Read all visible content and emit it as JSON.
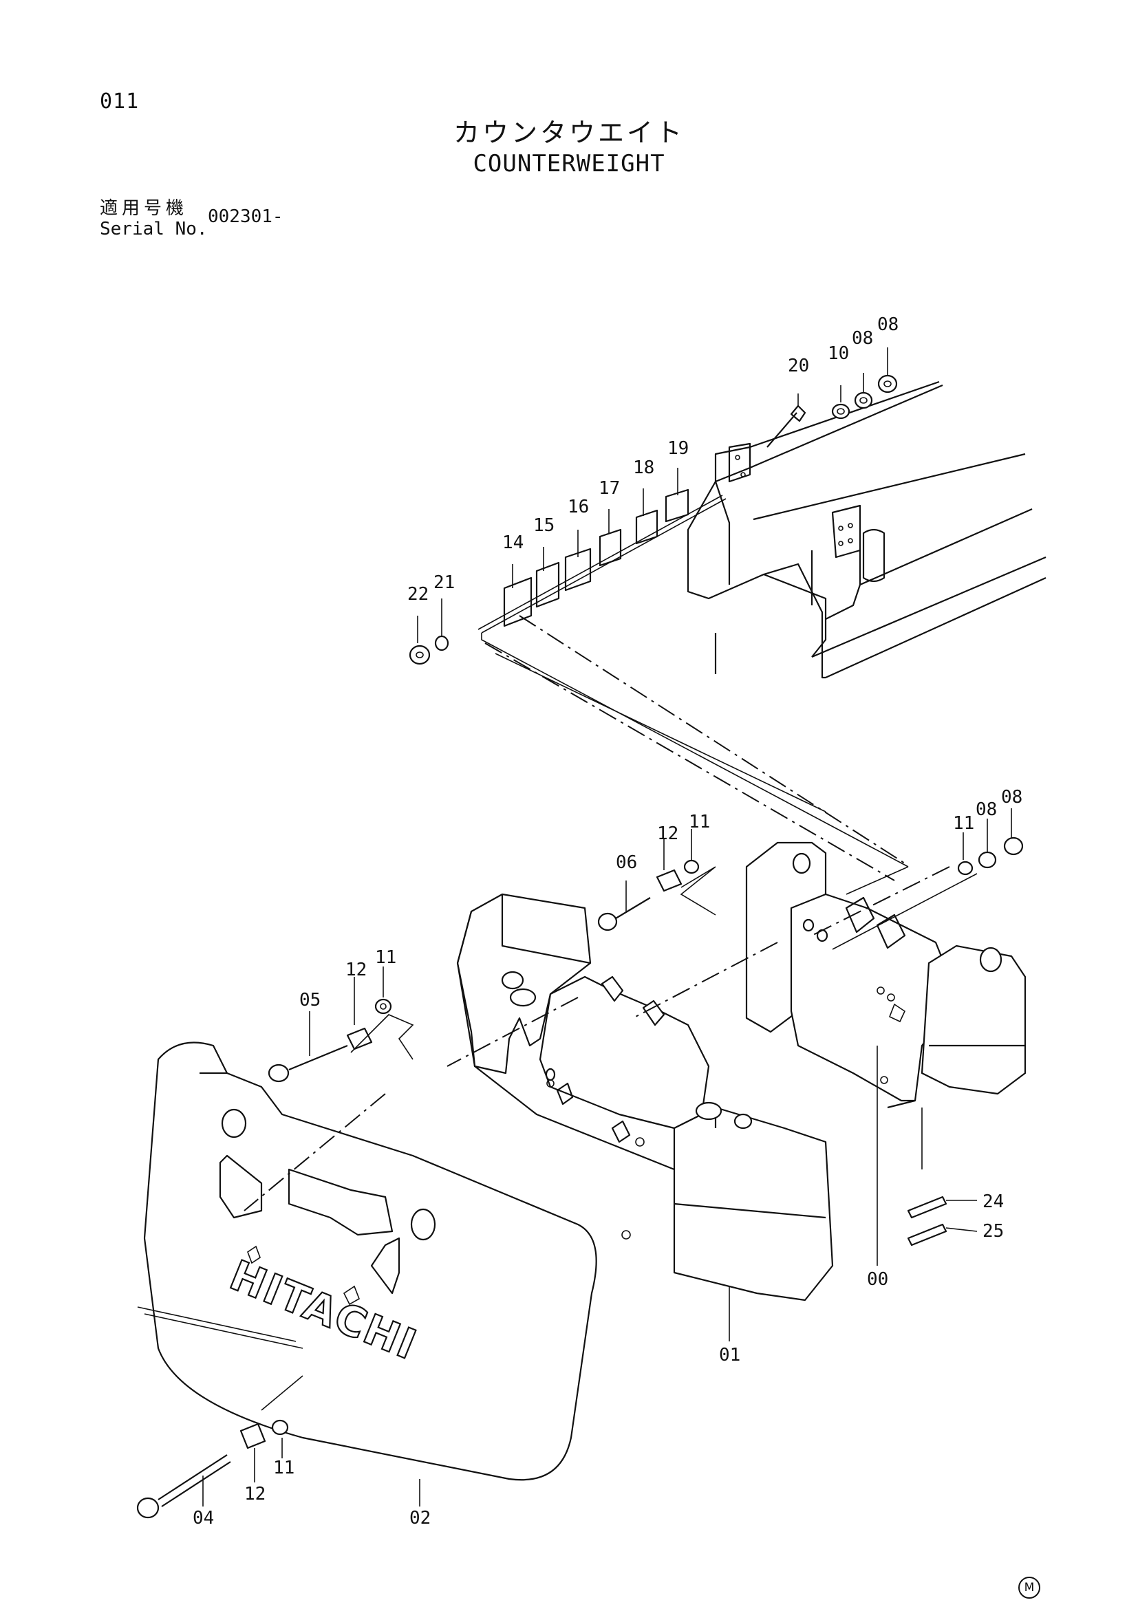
{
  "page": {
    "number": "011",
    "title_jp": "カウンタウエイト",
    "title_en": "COUNTERWEIGHT",
    "serial_label_jp": "適用号機",
    "serial_label_en": "Serial No.",
    "serial_value": "002301-"
  },
  "logo_text": "HITACHI",
  "footer_mark": "M",
  "callouts": {
    "c00": "00",
    "c01": "01",
    "c02": "02",
    "c04": "04",
    "c05": "05",
    "c06": "06",
    "c08a": "08",
    "c08b": "08",
    "c08c": "08",
    "c08d": "08",
    "c10": "10",
    "c11a": "11",
    "c11b": "11",
    "c11c": "11",
    "c11d": "11",
    "c12a": "12",
    "c12b": "12",
    "c12c": "12",
    "c14": "14",
    "c15": "15",
    "c16": "16",
    "c17": "17",
    "c18": "18",
    "c19": "19",
    "c20": "20",
    "c21": "21",
    "c22": "22",
    "c24": "24",
    "c25": "25"
  }
}
